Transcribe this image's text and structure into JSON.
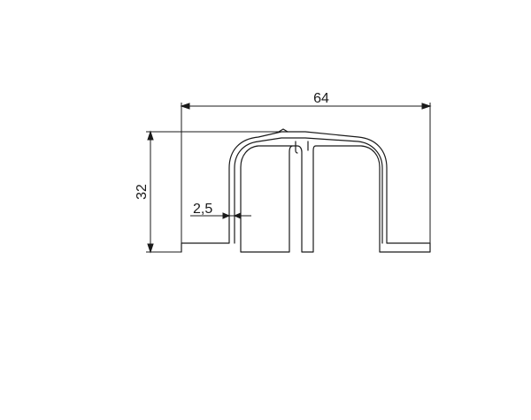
{
  "drawing": {
    "line_color": "#1a1a1a",
    "background": "#ffffff"
  },
  "dimensions": {
    "width_label": "64",
    "height_label": "32",
    "thickness_label": "2,5"
  }
}
